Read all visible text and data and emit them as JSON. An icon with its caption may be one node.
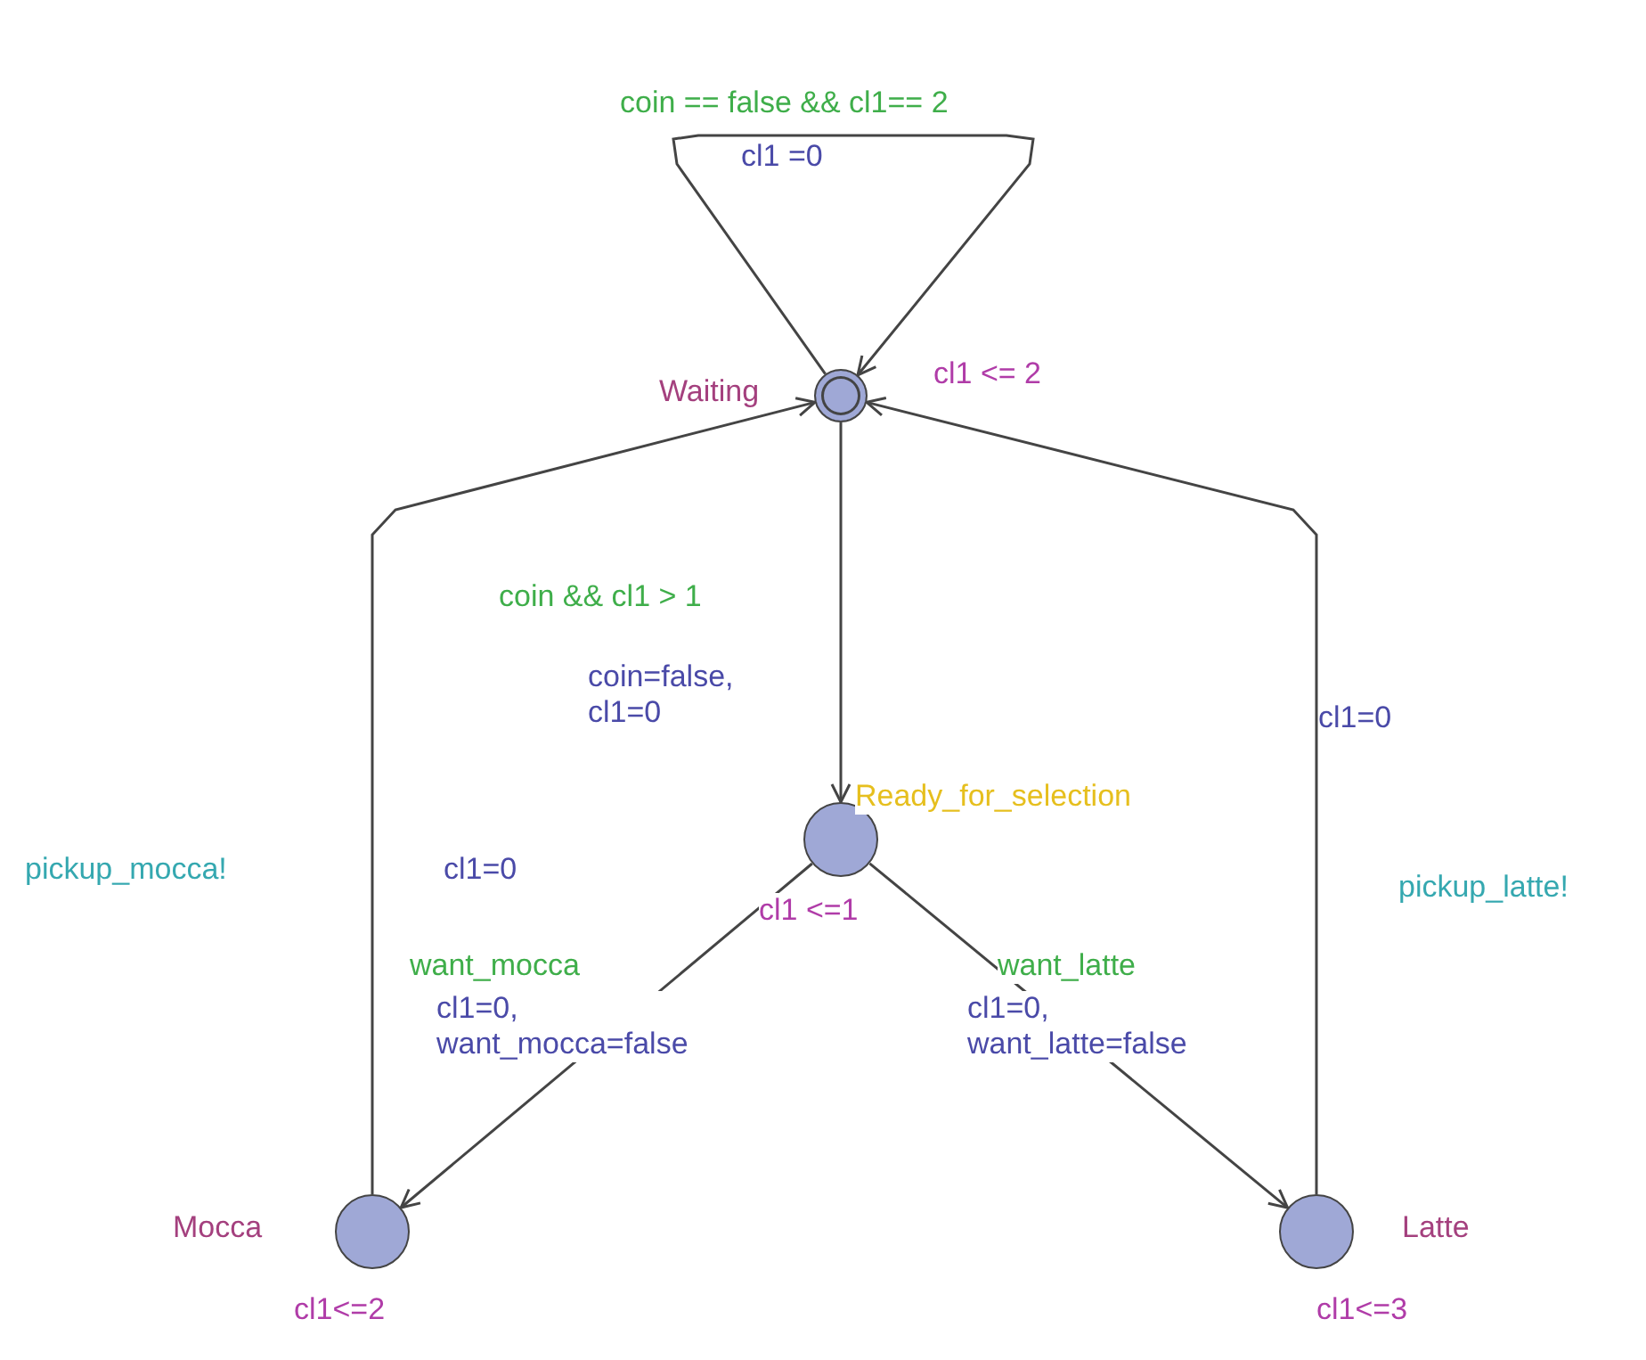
{
  "diagram": {
    "nodes": [
      {
        "text": [
          "Waiting"
        ],
        "beside": [
          "cl1 <= 2"
        ]
      },
      {
        "text": [
          "Ready_for_selection"
        ],
        "beside": [
          "cl1 <=1"
        ]
      },
      {
        "text": [
          "Mocca"
        ],
        "beside": [
          "cl1<=2"
        ]
      },
      {
        "text": [
          "Latte"
        ],
        "beside": [
          "cl1<=3"
        ]
      }
    ],
    "edges": [
      {
        "from": 0,
        "to": 0,
        "arrow": "to",
        "label": "coin == false && cl1== 2"
      },
      {
        "from": 0,
        "to": 1,
        "arrow": "to",
        "label": "coin && cl1 > 1"
      },
      {
        "from": 1,
        "to": 2,
        "arrow": "to",
        "label": "want_mocca"
      },
      {
        "from": 1,
        "to": 3,
        "arrow": "to",
        "label": "want_latte"
      },
      {
        "from": 2,
        "to": 0,
        "arrow": "to",
        "label": "pickup_mocca!"
      },
      {
        "from": 3,
        "to": 0,
        "arrow": "to",
        "label": "pickup_latte!"
      }
    ],
    "labels": [
      "cl1 =0",
      "coin=false, cl1=0",
      "cl1=0",
      "cl1=0",
      "cl1=0, want_mocca=false",
      "cl1=0, want_latte=false"
    ]
  }
}
